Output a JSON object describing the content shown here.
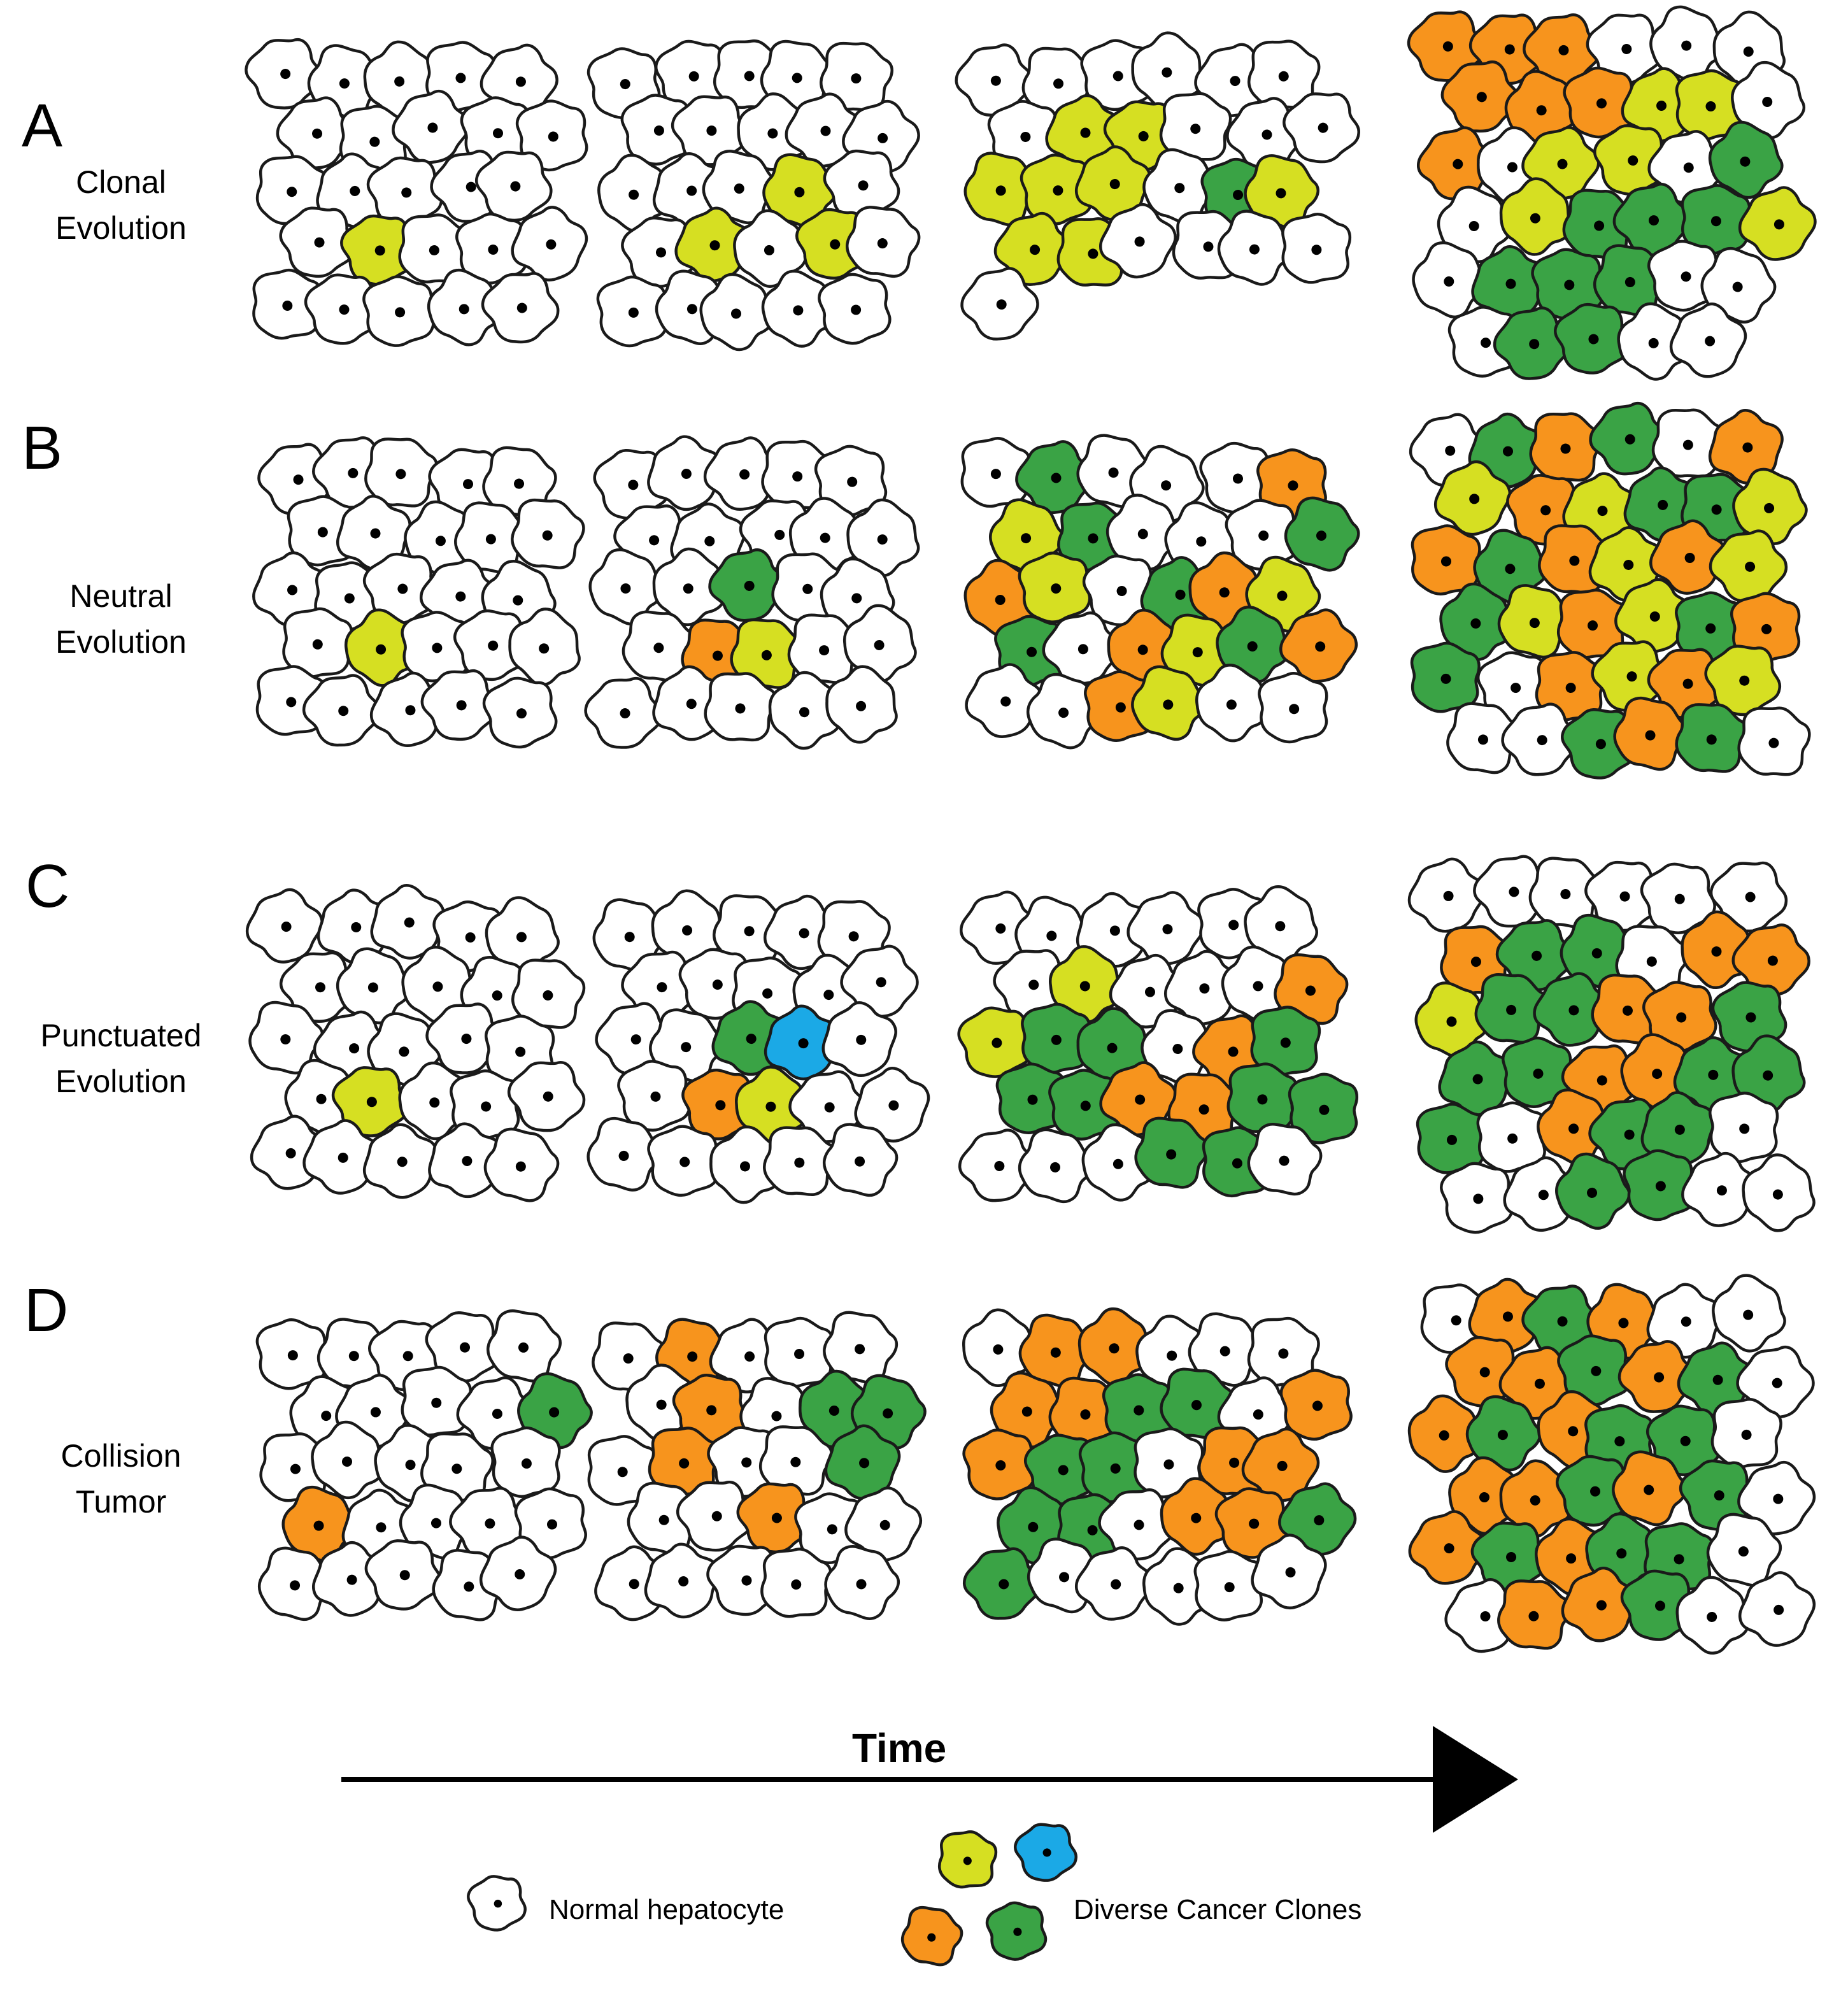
{
  "colors": {
    "normal": "#ffffff",
    "yellow": "#d6df22",
    "orange": "#f7941d",
    "green": "#3aa345",
    "blue": "#1ba9e6",
    "outline": "#1a1a1a"
  },
  "rows": [
    {
      "letter": "A",
      "title_lines": [
        "Clonal",
        "Evolution"
      ]
    },
    {
      "letter": "B",
      "title_lines": [
        "Neutral",
        "Evolution"
      ]
    },
    {
      "letter": "C",
      "title_lines": [
        "Punctuated",
        "Evolution"
      ]
    },
    {
      "letter": "D",
      "title_lines": [
        "Collision",
        "Tumor"
      ]
    }
  ],
  "panels": [
    [
      [
        "W",
        "W",
        "W",
        "W",
        "W",
        "W",
        "W",
        "W",
        "W",
        "W",
        "W",
        "W",
        "W",
        "W",
        "W",
        "W",
        "Y",
        "W",
        "W",
        "W",
        "W",
        "W",
        "W",
        "W",
        "W"
      ],
      [
        "W",
        "W",
        "W",
        "W",
        "W",
        "W",
        "W",
        "W",
        "W",
        "W",
        "W",
        "W",
        "W",
        "Y",
        "W",
        "W",
        "Y",
        "W",
        "Y",
        "W",
        "W",
        "W",
        "W",
        "W",
        "W"
      ],
      [
        "W",
        "W",
        "W",
        "W",
        "W",
        "W",
        "W",
        "Y",
        "Y",
        "W",
        "W",
        "W",
        "Y",
        "Y",
        "Y",
        "W",
        "G",
        "Y",
        "Y",
        "Y",
        "W",
        "W",
        "W",
        "W",
        "W"
      ],
      [
        "O",
        "O",
        "O",
        "W",
        "W",
        "W",
        "O",
        "O",
        "O",
        "Y",
        "Y",
        "W",
        "O",
        "W",
        "Y",
        "Y",
        "W",
        "G",
        "W",
        "Y",
        "G",
        "G",
        "G",
        "Y",
        "W",
        "G",
        "G",
        "G",
        "W",
        "W",
        "W",
        "G",
        "G",
        "W",
        "W"
      ]
    ],
    [
      [
        "W",
        "W",
        "W",
        "W",
        "W",
        "W",
        "W",
        "W",
        "W",
        "W",
        "W",
        "W",
        "W",
        "W",
        "W",
        "W",
        "Y",
        "W",
        "W",
        "W",
        "W",
        "W",
        "W",
        "W",
        "W"
      ],
      [
        "W",
        "W",
        "W",
        "W",
        "W",
        "W",
        "W",
        "W",
        "W",
        "W",
        "W",
        "W",
        "G",
        "W",
        "W",
        "W",
        "O",
        "Y",
        "W",
        "W",
        "W",
        "W",
        "W",
        "W",
        "W"
      ],
      [
        "W",
        "G",
        "W",
        "W",
        "W",
        "O",
        "Y",
        "G",
        "W",
        "W",
        "W",
        "G",
        "O",
        "Y",
        "W",
        "G",
        "O",
        "Y",
        "G",
        "W",
        "O",
        "Y",
        "G",
        "O",
        "W",
        "W",
        "O",
        "Y",
        "W",
        "W"
      ],
      [
        "W",
        "G",
        "O",
        "G",
        "W",
        "O",
        "Y",
        "O",
        "Y",
        "G",
        "G",
        "Y",
        "O",
        "G",
        "O",
        "Y",
        "O",
        "Y",
        "G",
        "Y",
        "O",
        "Y",
        "G",
        "O",
        "G",
        "W",
        "O",
        "Y",
        "O",
        "Y",
        "W",
        "W",
        "G",
        "O",
        "G",
        "W"
      ]
    ],
    [
      [
        "W",
        "W",
        "W",
        "W",
        "W",
        "W",
        "W",
        "W",
        "W",
        "W",
        "W",
        "W",
        "W",
        "W",
        "W",
        "W",
        "Y",
        "W",
        "W",
        "W",
        "W",
        "W",
        "W",
        "W",
        "W"
      ],
      [
        "W",
        "W",
        "W",
        "W",
        "W",
        "W",
        "W",
        "W",
        "W",
        "W",
        "W",
        "W",
        "G",
        "B",
        "W",
        "W",
        "O",
        "Y",
        "W",
        "W",
        "W",
        "W",
        "W",
        "W",
        "W"
      ],
      [
        "W",
        "W",
        "W",
        "W",
        "W",
        "W",
        "W",
        "Y",
        "W",
        "W",
        "W",
        "O",
        "Y",
        "G",
        "G",
        "W",
        "O",
        "G",
        "G",
        "G",
        "O",
        "O",
        "G",
        "G",
        "W",
        "W",
        "W",
        "G",
        "G",
        "W"
      ],
      [
        "W",
        "W",
        "W",
        "W",
        "W",
        "W",
        "O",
        "G",
        "G",
        "W",
        "O",
        "O",
        "Y",
        "G",
        "G",
        "O",
        "O",
        "G",
        "G",
        "G",
        "O",
        "O",
        "G",
        "G",
        "G",
        "W",
        "O",
        "G",
        "G",
        "W",
        "W",
        "W",
        "G",
        "G",
        "W",
        "W"
      ]
    ],
    [
      [
        "W",
        "W",
        "W",
        "W",
        "W",
        "W",
        "W",
        "W",
        "W",
        "G",
        "W",
        "W",
        "W",
        "W",
        "W",
        "O",
        "W",
        "W",
        "W",
        "W",
        "W",
        "W",
        "W",
        "W",
        "W"
      ],
      [
        "W",
        "O",
        "W",
        "W",
        "W",
        "W",
        "O",
        "W",
        "G",
        "G",
        "W",
        "O",
        "W",
        "W",
        "G",
        "W",
        "W",
        "O",
        "W",
        "W",
        "W",
        "W",
        "W",
        "W",
        "W"
      ],
      [
        "W",
        "O",
        "O",
        "W",
        "W",
        "W",
        "O",
        "O",
        "G",
        "G",
        "W",
        "O",
        "O",
        "G",
        "G",
        "W",
        "O",
        "O",
        "G",
        "G",
        "W",
        "O",
        "O",
        "G",
        "G",
        "W",
        "W",
        "W",
        "W",
        "W"
      ],
      [
        "W",
        "O",
        "G",
        "O",
        "W",
        "W",
        "O",
        "O",
        "G",
        "O",
        "G",
        "W",
        "O",
        "G",
        "O",
        "G",
        "G",
        "W",
        "O",
        "O",
        "G",
        "O",
        "G",
        "W",
        "O",
        "G",
        "O",
        "G",
        "G",
        "W",
        "W",
        "O",
        "O",
        "G",
        "W",
        "W"
      ]
    ]
  ],
  "time_axis": {
    "label": "Time"
  },
  "legend": {
    "normal_label": "Normal hepatocyte",
    "clones_label": "Diverse Cancer Clones",
    "clone_icons": [
      {
        "name": "yellow-clone",
        "color_key": "yellow"
      },
      {
        "name": "blue-clone",
        "color_key": "blue"
      },
      {
        "name": "orange-clone",
        "color_key": "orange"
      },
      {
        "name": "green-clone",
        "color_key": "green"
      }
    ]
  }
}
